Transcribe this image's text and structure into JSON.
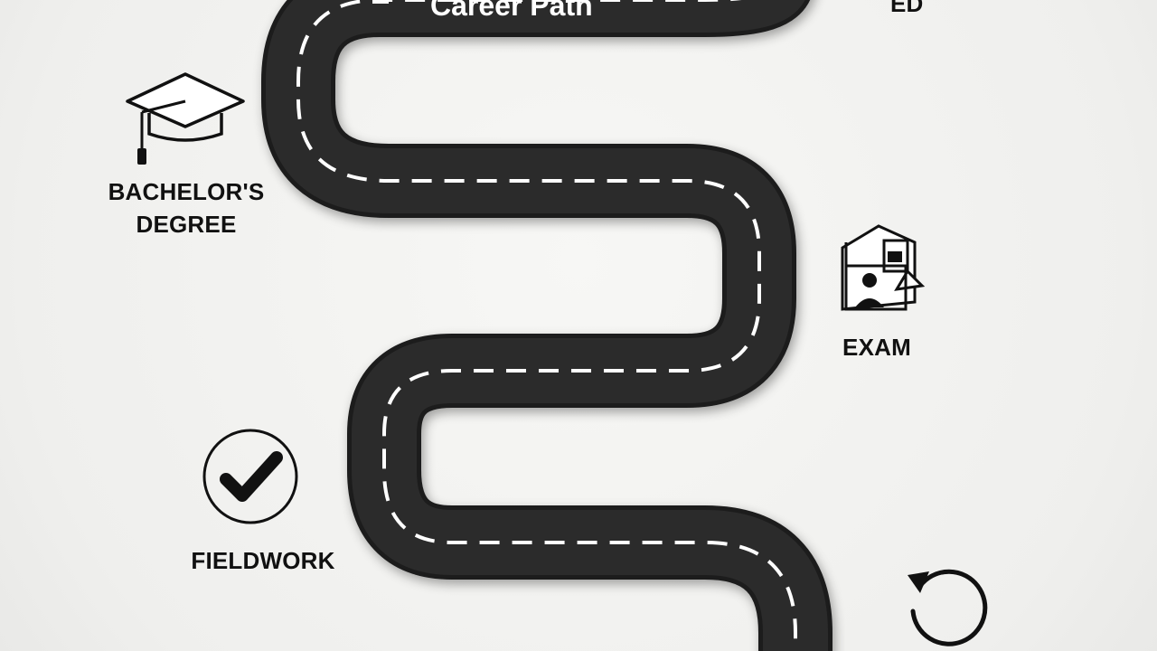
{
  "title": "Career Path",
  "milestones": [
    {
      "label": "BACHELOR'S\nDEGREE",
      "icon": "graduation-cap-icon"
    },
    {
      "label": "EXAM",
      "icon": "exam-document-icon"
    },
    {
      "label": "FIELDWORK",
      "icon": "checkmark-circle-icon"
    },
    {
      "label": "ED",
      "icon": ""
    }
  ],
  "colors": {
    "background": "#f3f3f1",
    "road": "#2b2b2b",
    "road_edge": "#1b1b1b",
    "lane_marking": "#ffffff",
    "text": "#111111"
  }
}
